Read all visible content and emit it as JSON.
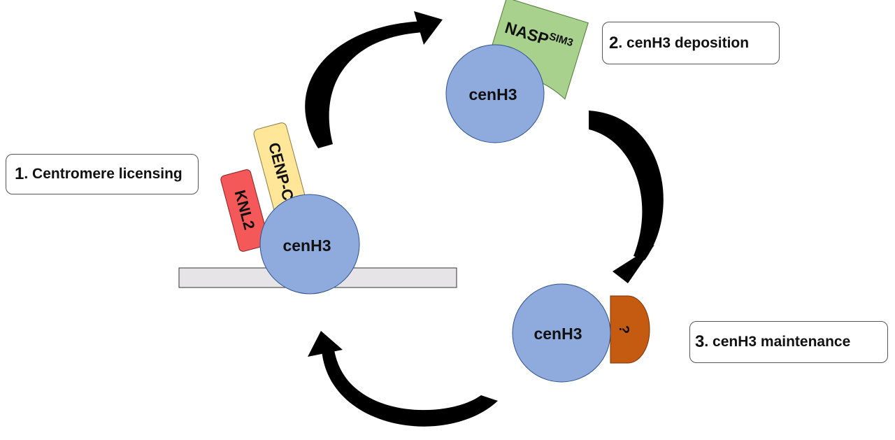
{
  "colors": {
    "background": "#ffffff",
    "cenH3_fill": "#8faadc",
    "cenH3_stroke": "#2f528f",
    "arrow": "#000000",
    "chromatin_bar": "#e6e4e6",
    "knl2": "#f45858",
    "cenp_c": "#ffe699",
    "nasp": "#a9d18e",
    "unknown_factor": "#c55a11",
    "box_border": "#555555"
  },
  "steps": [
    {
      "number": "1",
      "text": ". Centromere  licensing"
    },
    {
      "number": "2",
      "text": ". cenH3 deposition"
    },
    {
      "number": "3",
      "text": ". cenH3 maintenance"
    }
  ],
  "proteins": {
    "cenH3": "cenH3",
    "knl2": "KNL2",
    "cenp_c": "CENP-C",
    "nasp": "NASP",
    "nasp_superscript": "SIM3",
    "unknown_factor": "?"
  }
}
